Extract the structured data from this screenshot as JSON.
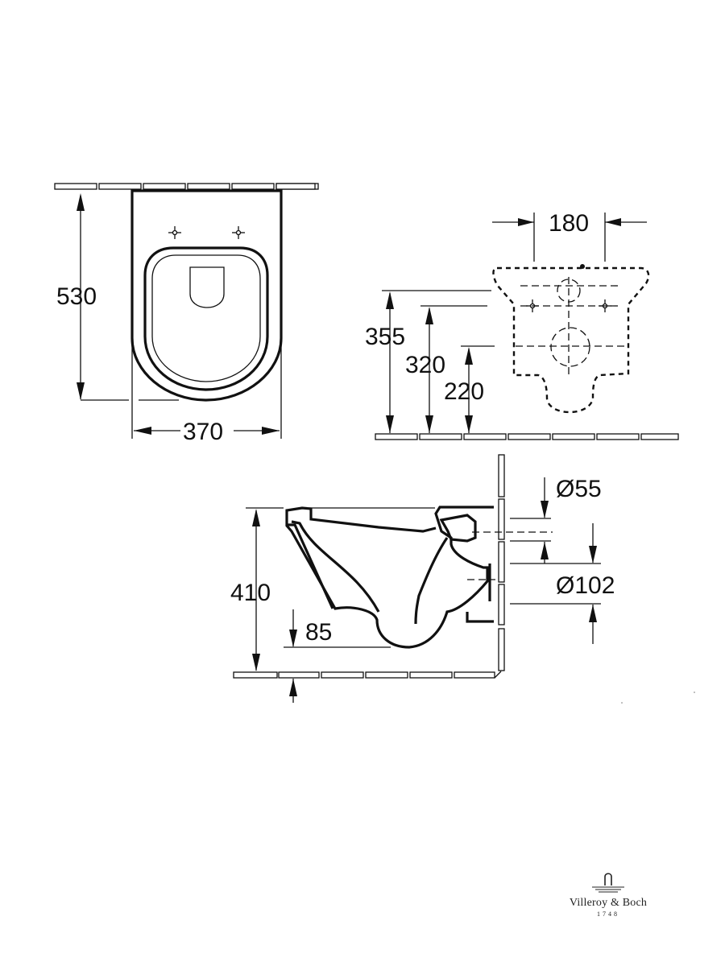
{
  "dimensions": {
    "top_view_height": "530",
    "top_view_width": "370",
    "mount_spacing": "180",
    "mount_height_upper": "355",
    "mount_height_middle": "320",
    "mount_height_lower": "220",
    "inlet_diameter": "Ø55",
    "outlet_diameter": "Ø102",
    "side_height": "410",
    "bowl_depth": "85"
  },
  "brand": {
    "name": "Villeroy & Boch",
    "year": "1748"
  },
  "icons": [
    "villeroy-boch-logo-icon",
    "mounting-hole-icon"
  ]
}
